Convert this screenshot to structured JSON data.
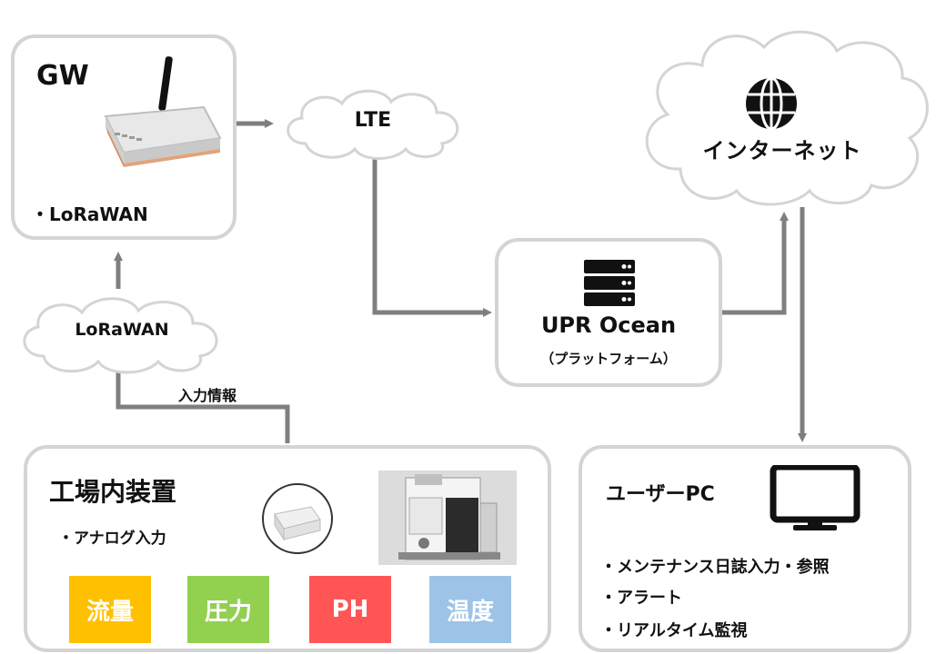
{
  "gw": {
    "title": "GW",
    "bullet": "・LoRaWAN"
  },
  "lte": {
    "label": "LTE"
  },
  "lorawan_cloud": {
    "label": "LoRaWAN"
  },
  "input_info": {
    "label": "入力情報"
  },
  "internet": {
    "label": "インターネット"
  },
  "upr": {
    "title": "UPR Ocean",
    "subtitle": "（プラットフォーム）"
  },
  "factory": {
    "title": "工場内装置",
    "bullet": "・アナログ入力",
    "sensors": [
      {
        "label": "流量",
        "color": "#ffc000"
      },
      {
        "label": "圧力",
        "color": "#92d050"
      },
      {
        "label": "PH",
        "color": "#ff5555"
      },
      {
        "label": "温度",
        "color": "#9dc3e6"
      }
    ]
  },
  "user_pc": {
    "title": "ユーザーPC",
    "features": [
      "・メンテナンス日誌入力・参照",
      "・アラート",
      "・リアルタイム監視"
    ]
  }
}
